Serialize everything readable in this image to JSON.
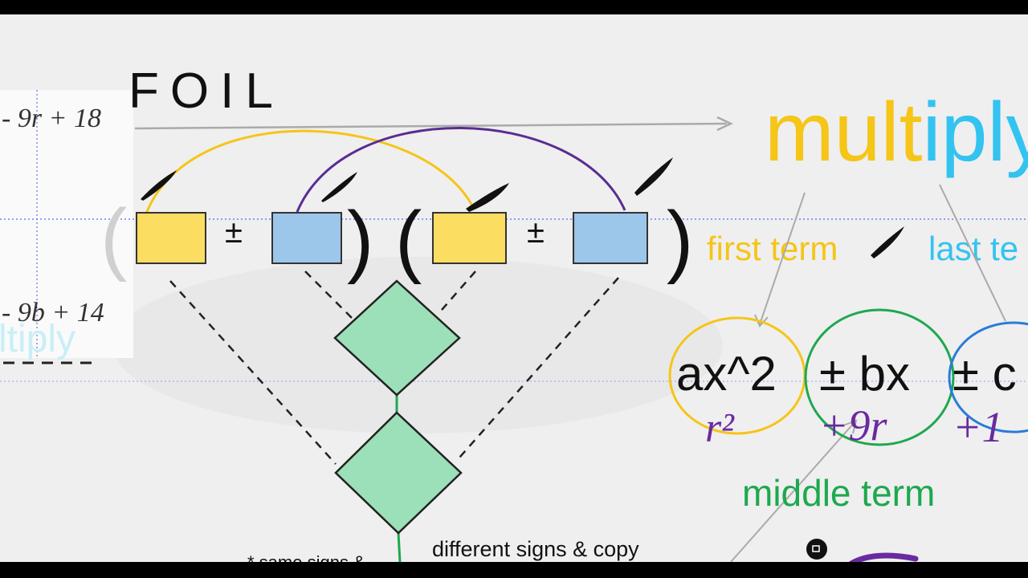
{
  "title": "FOIL",
  "equations": {
    "top": "- 9r + 18",
    "bottom": "- 9b + 14",
    "faded_word": "ltiply"
  },
  "binomials": {
    "open_paren": "(",
    "close_paren": ")",
    "operator": "±"
  },
  "multiply": {
    "part1": "mult",
    "part2": "iply",
    "color1": "#f5c518",
    "color2": "#33c3f0"
  },
  "labels": {
    "first_term": "first term",
    "last_term": "last te",
    "middle_term": "middle term",
    "different_signs": "different signs & copy",
    "same_signs": "* same signs &"
  },
  "expression": {
    "ax2": "ax^2",
    "bx": "± bx",
    "c": "± c"
  },
  "handwritten": {
    "r2": "r²",
    "nine_r": "+9r",
    "plus_one": "+1"
  },
  "colors": {
    "yellow_box": "#fbdd62",
    "blue_box": "#9cc6ea",
    "diamond": "#9be0b8",
    "first_color": "#f5c518",
    "last_color": "#33c3f0",
    "middle_color": "#1ea84f",
    "arc_purple": "#5a2d91",
    "ink_purple": "#6a2aa0"
  }
}
